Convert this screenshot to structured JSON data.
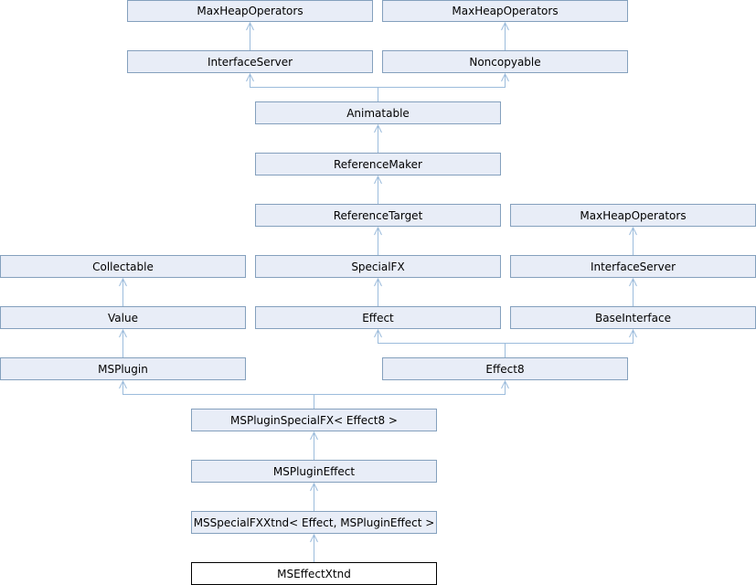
{
  "nodes": {
    "maxheap_a": "MaxHeapOperators",
    "maxheap_b": "MaxHeapOperators",
    "interfaceserver_a": "InterfaceServer",
    "noncopyable": "Noncopyable",
    "animatable": "Animatable",
    "referencemaker": "ReferenceMaker",
    "referencetarget": "ReferenceTarget",
    "maxheap_c": "MaxHeapOperators",
    "collectable": "Collectable",
    "specialfx": "SpecialFX",
    "interfaceserver_b": "InterfaceServer",
    "value": "Value",
    "effect": "Effect",
    "baseinterface": "BaseInterface",
    "msplugin": "MSPlugin",
    "effect8": "Effect8",
    "mspluginspecialfx": "MSPluginSpecialFX< Effect8 >",
    "mspluginffect": "MSPluginEffect",
    "msspecialfxxtnd": "MSSpecialFXXtnd< Effect, MSPluginEffect >",
    "mseffectxtnd": "MSEffectXtnd"
  },
  "colors": {
    "node_fill": "#e8edf7",
    "node_border": "#84a0bd",
    "edge": "#9cbcdc",
    "current_border": "#000000"
  }
}
